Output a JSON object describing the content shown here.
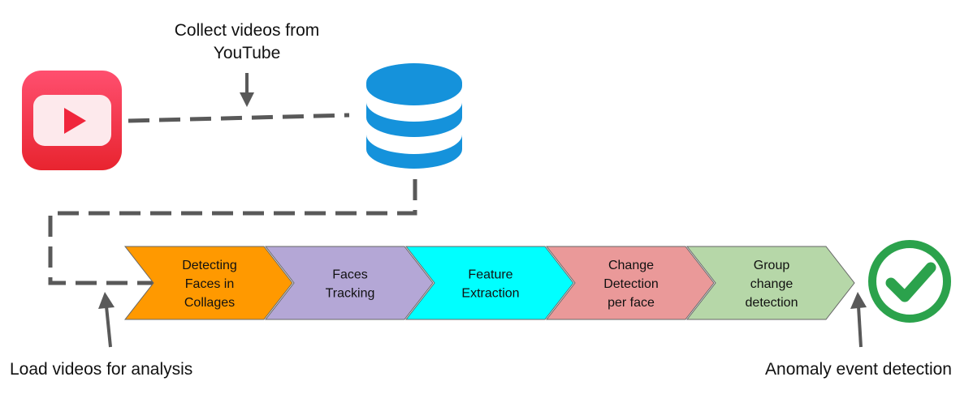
{
  "annotations": {
    "collect": [
      "Collect videos from",
      "YouTube"
    ],
    "load": "Load videos for analysis",
    "anomaly": "Anomaly event detection"
  },
  "icons": {
    "source": "youtube-icon",
    "storage": "database-icon",
    "result": "check-circle-icon"
  },
  "pipeline": [
    {
      "lines": [
        "Detecting",
        "Faces in",
        "Collages"
      ],
      "color": "#FF9900"
    },
    {
      "lines": [
        "Faces",
        "Tracking"
      ],
      "color": "#B4A7D6"
    },
    {
      "lines": [
        "Feature",
        "Extraction"
      ],
      "color": "#00FFFF"
    },
    {
      "lines": [
        "Change",
        "Detection",
        "per face"
      ],
      "color": "#EA9999"
    },
    {
      "lines": [
        "Group",
        "change",
        "detection"
      ],
      "color": "#B6D7A8"
    }
  ],
  "colors": {
    "connector": "#595959",
    "youtube_red": "#F0263C",
    "database_blue": "#1592DB",
    "check_green": "#2BA24C",
    "arrow_outline": "#666666"
  }
}
